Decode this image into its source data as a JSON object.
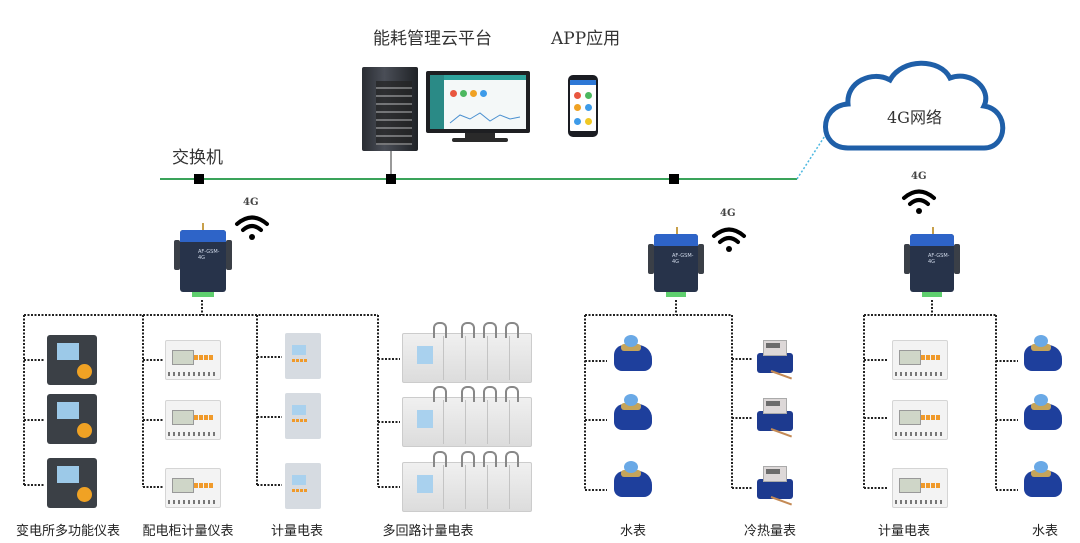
{
  "header": {
    "platform_title": "能耗管理云平台",
    "app_title": "APP应用"
  },
  "network": {
    "switch_label": "交换机",
    "cloud_label": "4G网络",
    "wireless_labels": [
      "4G",
      "4G",
      "4G"
    ],
    "colors": {
      "switch_line": "#3aa35a",
      "cloud_link": "#4cb8e0",
      "cloud_outline": "#1f5fa8",
      "dotted_bus": "#222222"
    }
  },
  "gateways": [
    {
      "model": "AF-GSM-4G"
    },
    {
      "model": "AF-GSM-4G"
    },
    {
      "model": "AF-GSM-4G"
    }
  ],
  "groups": [
    {
      "label": "变电所多功能仪表",
      "device": "multifunction-meter",
      "count": 3
    },
    {
      "label": "配电柜计量仪表",
      "device": "din-rail-meter",
      "count": 3
    },
    {
      "label": "计量电表",
      "device": "kwh-meter",
      "count": 3
    },
    {
      "label": "多回路计量电表",
      "device": "multi-circuit-meter",
      "count": 3
    },
    {
      "label": "水表",
      "device": "water-meter",
      "count": 3
    },
    {
      "label": "冷热量表",
      "device": "heat-meter",
      "count": 3
    },
    {
      "label": "计量电表",
      "device": "din-rail-meter",
      "count": 3
    },
    {
      "label": "水表",
      "device": "water-meter",
      "count": 3
    }
  ]
}
